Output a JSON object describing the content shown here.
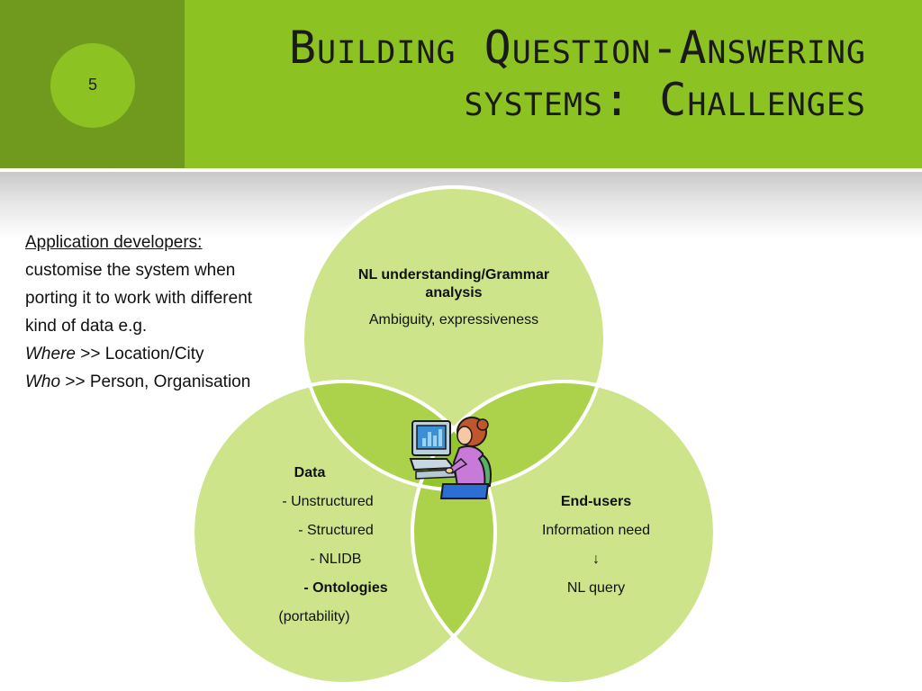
{
  "slide": {
    "number": "5",
    "title_line1": "Building Question-Answering",
    "title_line2": "systems: Challenges"
  },
  "side_text": {
    "heading": "Application developers:",
    "body": "customise the system when porting it to work with different kind of data e.g.",
    "where_keyword": "Where",
    "where_rest": " >> Location/City",
    "who_keyword": "Who",
    "who_rest": " >> Person, Organisation"
  },
  "circles": {
    "top": {
      "title": "NL understanding/Grammar analysis",
      "subtitle": "Ambiguity, expressiveness"
    },
    "left": {
      "title": "Data",
      "items": [
        "- Unstructured",
        "- Structured",
        "- NLIDB",
        "- Ontologies",
        "(portability)"
      ]
    },
    "right": {
      "title": "End-users",
      "line1": "Information need",
      "arrow": "↓",
      "line2": "NL query"
    }
  },
  "colors": {
    "header_dark": "#6f9a1d",
    "header_light": "#8dc223",
    "circle_fill": "#cde48a",
    "overlap_fill": "#acd24b",
    "center_fill": "#95c52c"
  },
  "icons": {
    "center": "person-at-computer-icon"
  }
}
